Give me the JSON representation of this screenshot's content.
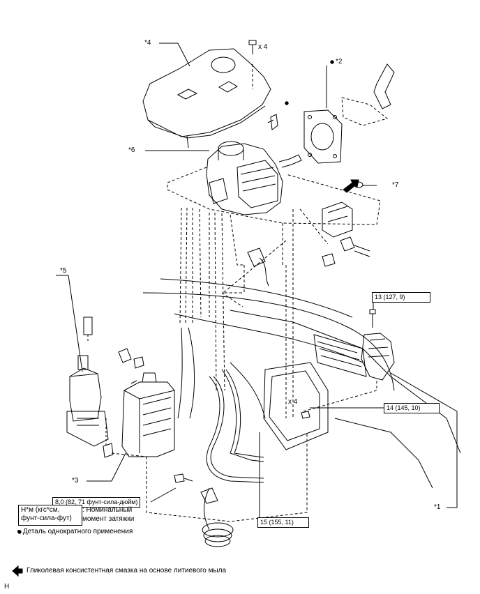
{
  "callouts": {
    "c1": "*1",
    "c2": "*2",
    "c3": "*3",
    "c4": "*4",
    "c5": "*5",
    "c6": "*6",
    "c7": "*7",
    "x4_top": "x 4",
    "x4_mid": "x 4"
  },
  "torque": {
    "t13": "13 (127, 9)",
    "t14": "14 (145, 10)",
    "t8": "8,0 (82, 71 фунт-сила-дюйм)",
    "t15": "15 (155, 11)"
  },
  "legend": {
    "unit_line1": "Н*м (кгс*см,",
    "unit_line2": "фунт-сила-фут)",
    "torque_desc_line1": ": Номинальный",
    "torque_desc_line2": "момент затяжки",
    "single_use": "● Деталь однократного применения",
    "grease": "Гликолевая консистентная смазка на основе литиевого мыла"
  },
  "corner_code": "H",
  "icons": [
    "dot-marker-icon",
    "arrow-left-icon",
    "arrow-pointer-icon"
  ]
}
